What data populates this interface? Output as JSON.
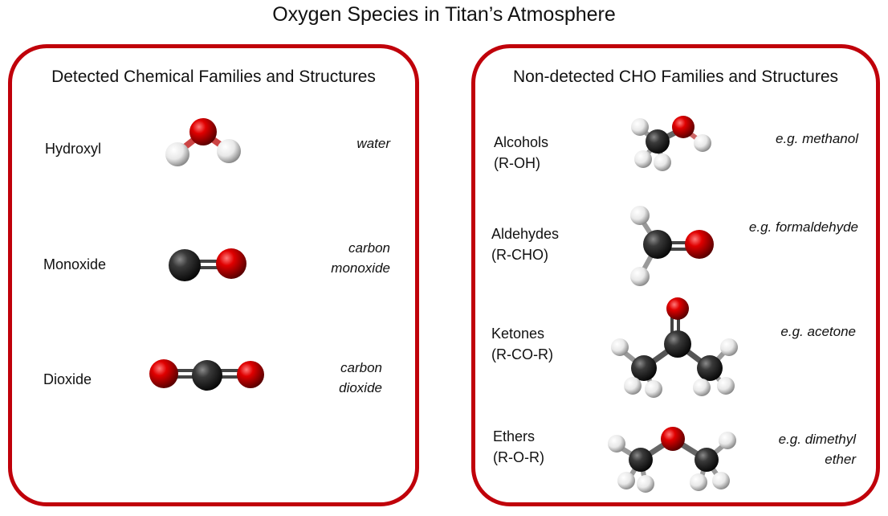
{
  "title": "Oxygen Species in Titan’s Atmosphere",
  "colors": {
    "frame": "#c0000a",
    "oxygen": "#e00000",
    "carbon": "#333333",
    "hydrogen": "#f2f2f2"
  },
  "left_panel": {
    "title": "Detected Chemical Families and Structures",
    "rows": [
      {
        "family": "Hydroxyl",
        "example_line1": "water",
        "example_line2": ""
      },
      {
        "family": "Monoxide",
        "example_line1": "carbon",
        "example_line2": "monoxide"
      },
      {
        "family": "Dioxide",
        "example_line1": "carbon",
        "example_line2": "dioxide"
      }
    ]
  },
  "right_panel": {
    "title": "Non-detected CHO Families and Structures",
    "rows": [
      {
        "family": "Alcohols",
        "formula": "(R-OH)",
        "example_line1": "e.g. methanol",
        "example_line2": ""
      },
      {
        "family": "Aldehydes",
        "formula": "(R-CHO)",
        "example_line1": "e.g. formaldehyde",
        "example_line2": ""
      },
      {
        "family": "Ketones",
        "formula": "(R-CO-R)",
        "example_line1": "e.g. acetone",
        "example_line2": ""
      },
      {
        "family": "Ethers",
        "formula": "(R-O-R)",
        "example_line1": "e.g. dimethyl",
        "example_line2": "ether"
      }
    ]
  }
}
